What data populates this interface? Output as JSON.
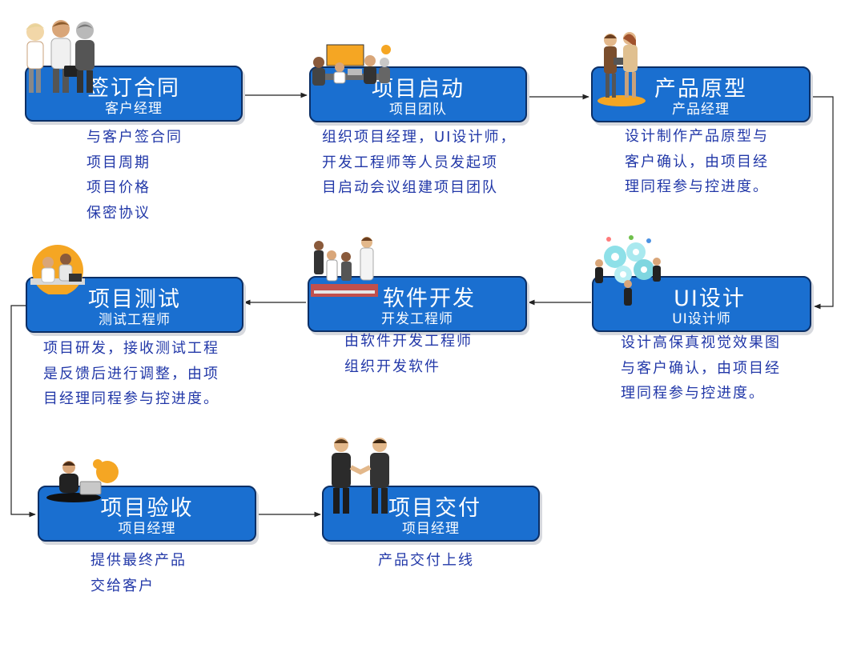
{
  "steps": [
    {
      "title": "签订合同",
      "role": "客户经理",
      "desc": [
        "与客户签合同",
        "项目周期",
        "项目价格",
        "保密协议"
      ]
    },
    {
      "title": "项目启动",
      "role": "项目团队",
      "desc": [
        "组织项目经理，UI设计师，",
        "开发工程师等人员发起项",
        "目启动会议组建项目团队"
      ]
    },
    {
      "title": "产品原型",
      "role": "产品经理",
      "desc": [
        "设计制作产品原型与",
        "客户确认，由项目经",
        "理同程参与控进度。"
      ]
    },
    {
      "title": "UI设计",
      "role": "UI设计师",
      "desc": [
        "设计高保真视觉效果图",
        "与客户确认，由项目经",
        "理同程参与控进度。"
      ]
    },
    {
      "title": "软件开发",
      "role": "开发工程师",
      "desc": [
        "由软件开发工程师",
        "组织开发软件"
      ]
    },
    {
      "title": "项目测试",
      "role": "测试工程师",
      "desc": [
        "项目研发，接收测试工程",
        "是反馈后进行调整，由项",
        "目经理同程参与控进度。"
      ]
    },
    {
      "title": "项目验收",
      "role": "项目经理",
      "desc": [
        "提供最终产品",
        "交给客户"
      ]
    },
    {
      "title": "项目交付",
      "role": "项目经理",
      "desc": [
        "产品交付上线"
      ]
    }
  ],
  "colors": {
    "box_fill": "#1a6fd0",
    "box_border": "#0b2f66",
    "desc_text": "#2238a8",
    "arrow": "#222222"
  },
  "icons": [
    "business-people-icon",
    "team-meeting-icon",
    "couple-presenting-icon",
    "gears-team-icon",
    "developers-meeting-icon",
    "testing-office-icon",
    "manager-phone-icon",
    "handshake-icon"
  ]
}
